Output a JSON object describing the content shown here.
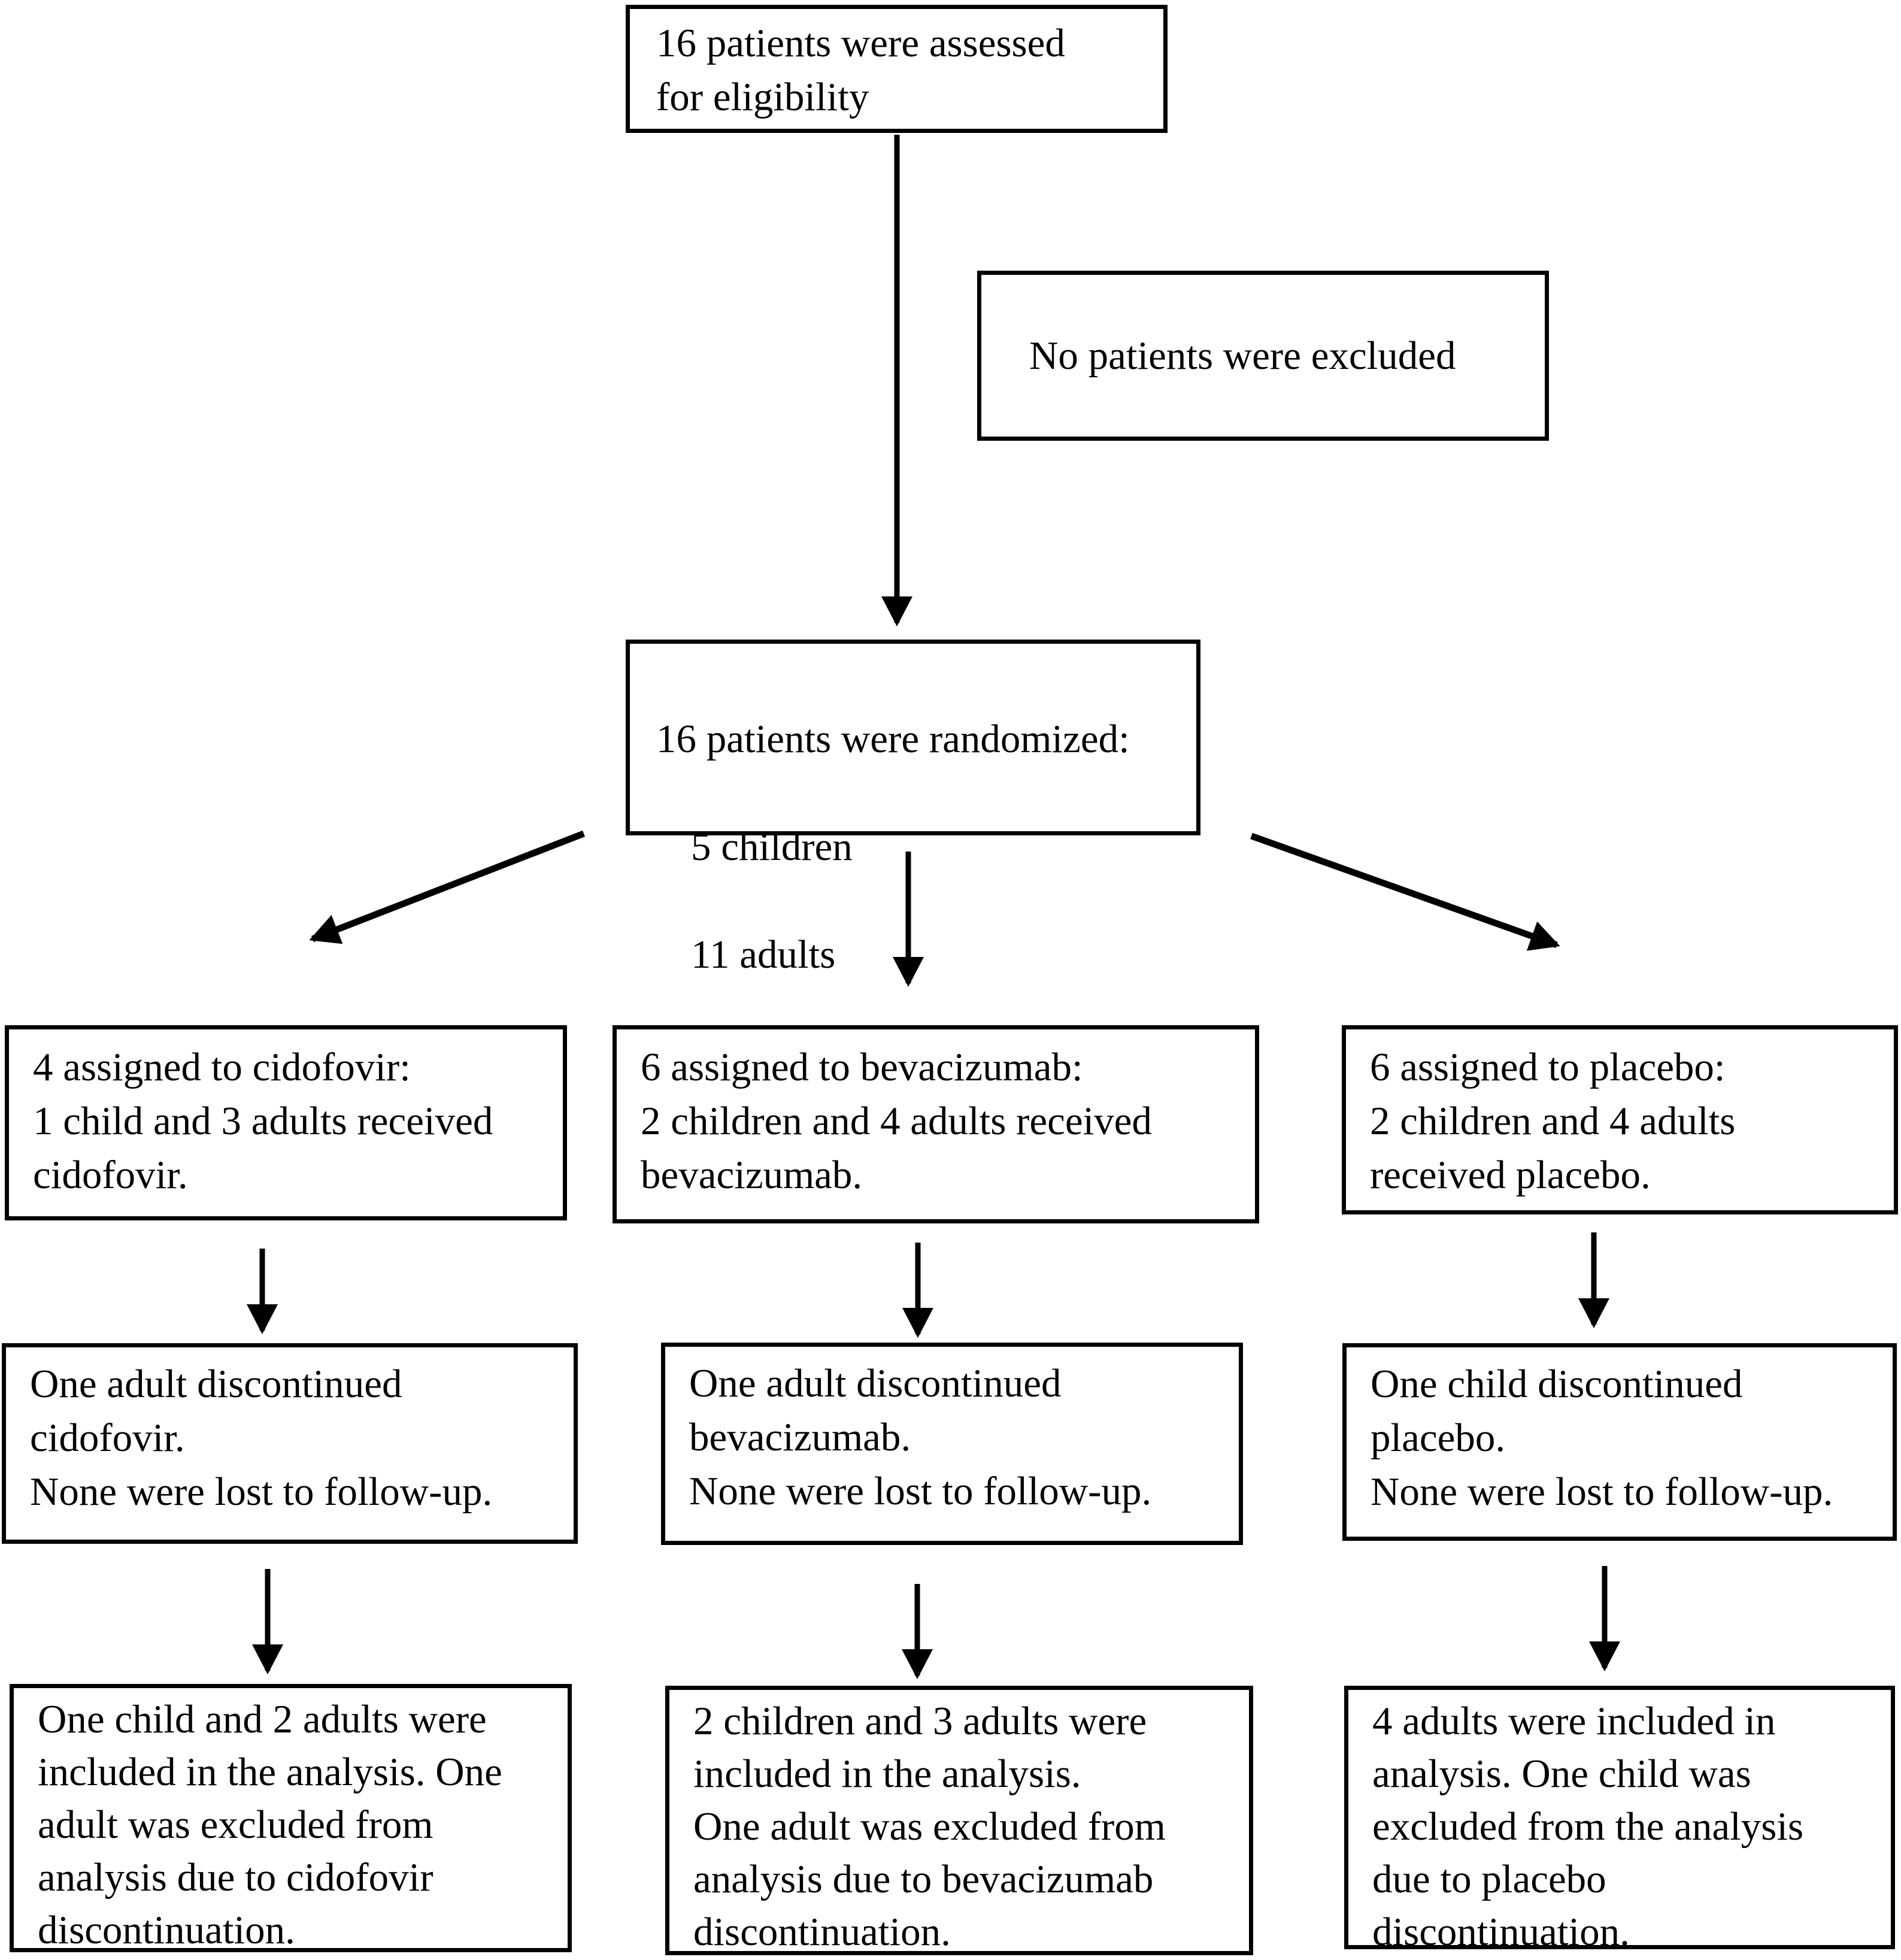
{
  "diagram": {
    "type": "patient-flow-consort",
    "eligibility": {
      "text": "16 patients were assessed\nfor eligibility"
    },
    "excluded": {
      "text": "No patients were excluded"
    },
    "randomized": {
      "line1": "16 patients were randomized:",
      "line2": "5 children",
      "line3": "11 adults"
    },
    "arms": [
      {
        "id": "cidofovir",
        "assigned": "4 assigned to cidofovir:\n1 child and 3 adults received\ncidofovir.",
        "discontinued": "One adult discontinued\ncidofovir.\nNone were lost to follow-up.",
        "analysis": "One child and 2 adults were\nincluded in the analysis. One\nadult was excluded from\nanalysis due to cidofovir\ndiscontinuation."
      },
      {
        "id": "bevacizumab",
        "assigned": "6 assigned to bevacizumab:\n2 children and 4 adults received\nbevacizumab.",
        "discontinued": "One adult discontinued\nbevacizumab.\nNone were lost to follow-up.",
        "analysis": "2 children and 3 adults were\nincluded in the analysis.\nOne adult was excluded from\nanalysis due to bevacizumab\ndiscontinuation."
      },
      {
        "id": "placebo",
        "assigned": "6 assigned to placebo:\n2 children and 4 adults\nreceived placebo.",
        "discontinued": "One child discontinued\nplacebo.\nNone were lost to follow-up.",
        "analysis": "4 adults were included in\nanalysis. One child was\nexcluded from the analysis\ndue to placebo\ndiscontinuation."
      }
    ],
    "colors": {
      "line": "#000000",
      "box_border": "#000000",
      "box_fill": "#ffffff",
      "background": "#ffffff"
    }
  }
}
